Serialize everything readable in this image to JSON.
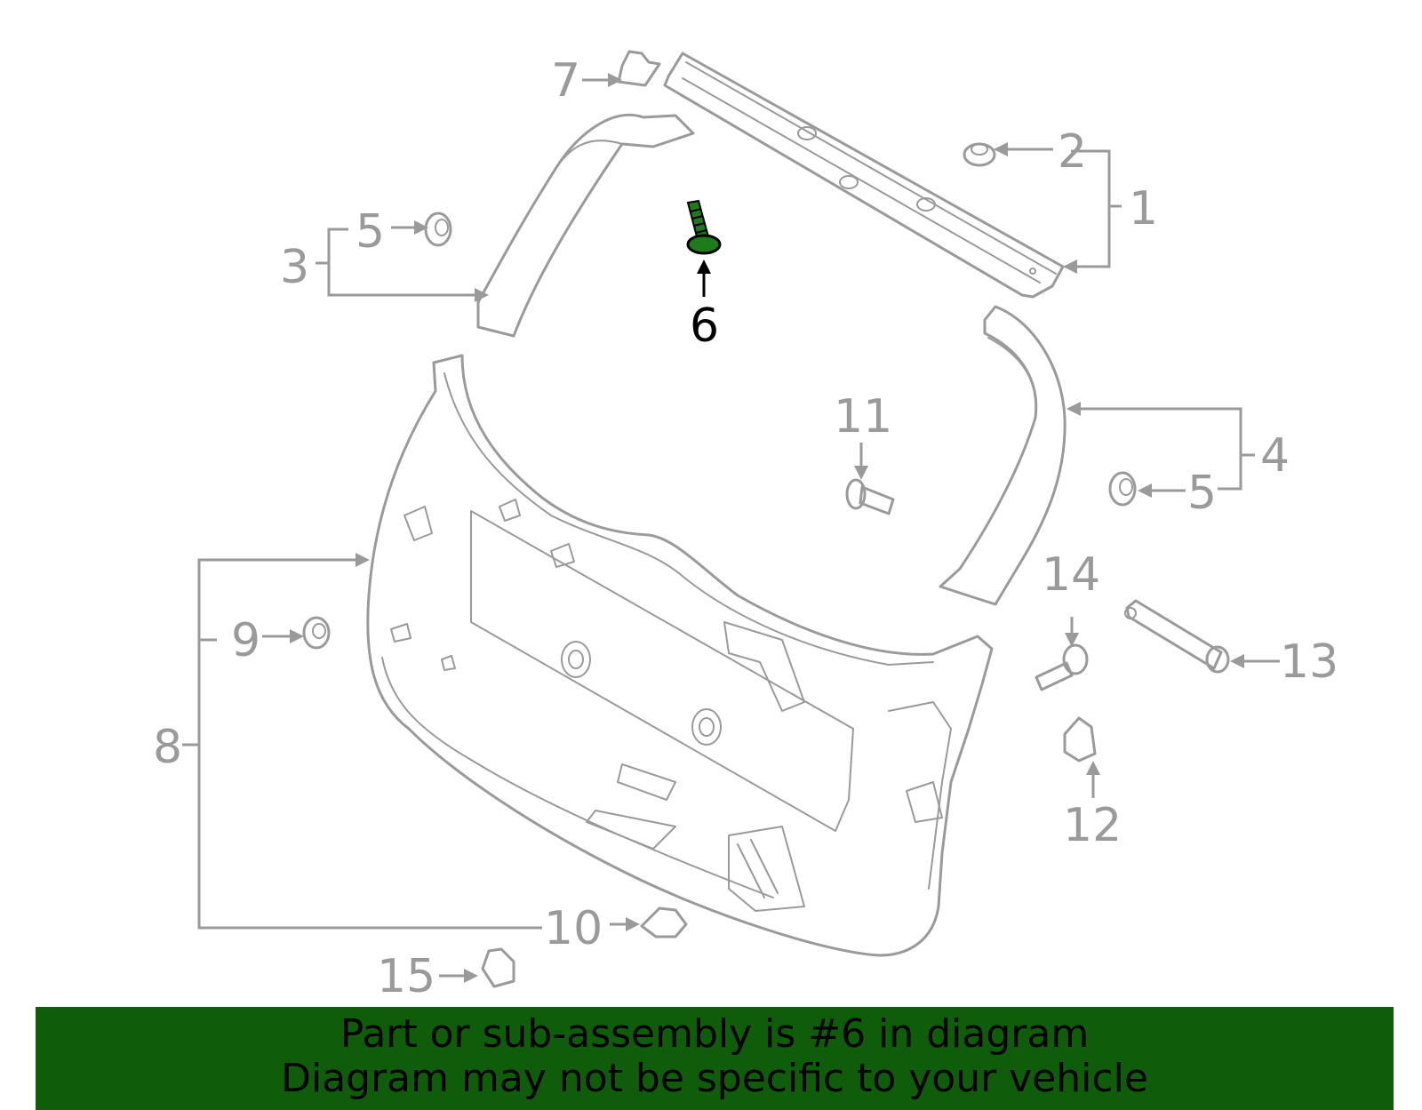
{
  "callouts": {
    "c1": "1",
    "c2": "2",
    "c3": "3",
    "c4": "4",
    "c5a": "5",
    "c5b": "5",
    "c6": "6",
    "c7": "7",
    "c8": "8",
    "c9": "9",
    "c10": "10",
    "c11": "11",
    "c12": "12",
    "c13": "13",
    "c14": "14",
    "c15": "15"
  },
  "highlight_part": "6",
  "colors": {
    "banner_bg": "#0f5c0a",
    "part_stroke": "#9a9a9a",
    "highlight": "#1f7a1a"
  },
  "banner": {
    "line1": "Part or sub-assembly is #6 in diagram",
    "line2": "Diagram may not be specific to your vehicle"
  }
}
